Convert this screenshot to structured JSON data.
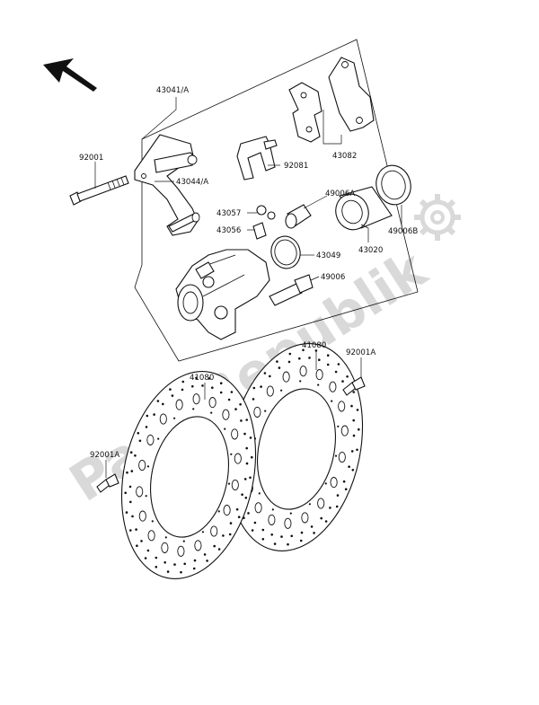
{
  "watermark": {
    "text": "PartsRepublik"
  },
  "labels": {
    "l43041a": "43041/A",
    "l92001": "92001",
    "l43044a": "43044/A",
    "l92081": "92081",
    "l43082": "43082",
    "l43057": "43057",
    "l43056": "43056",
    "l49006a": "49006A",
    "l43049": "43049",
    "l43020": "43020",
    "l49006b": "49006B",
    "l49006": "49006",
    "l41080left": "41080",
    "l41080right": "41080",
    "l92001a_right": "92001A",
    "l92001a_left": "92001A"
  }
}
